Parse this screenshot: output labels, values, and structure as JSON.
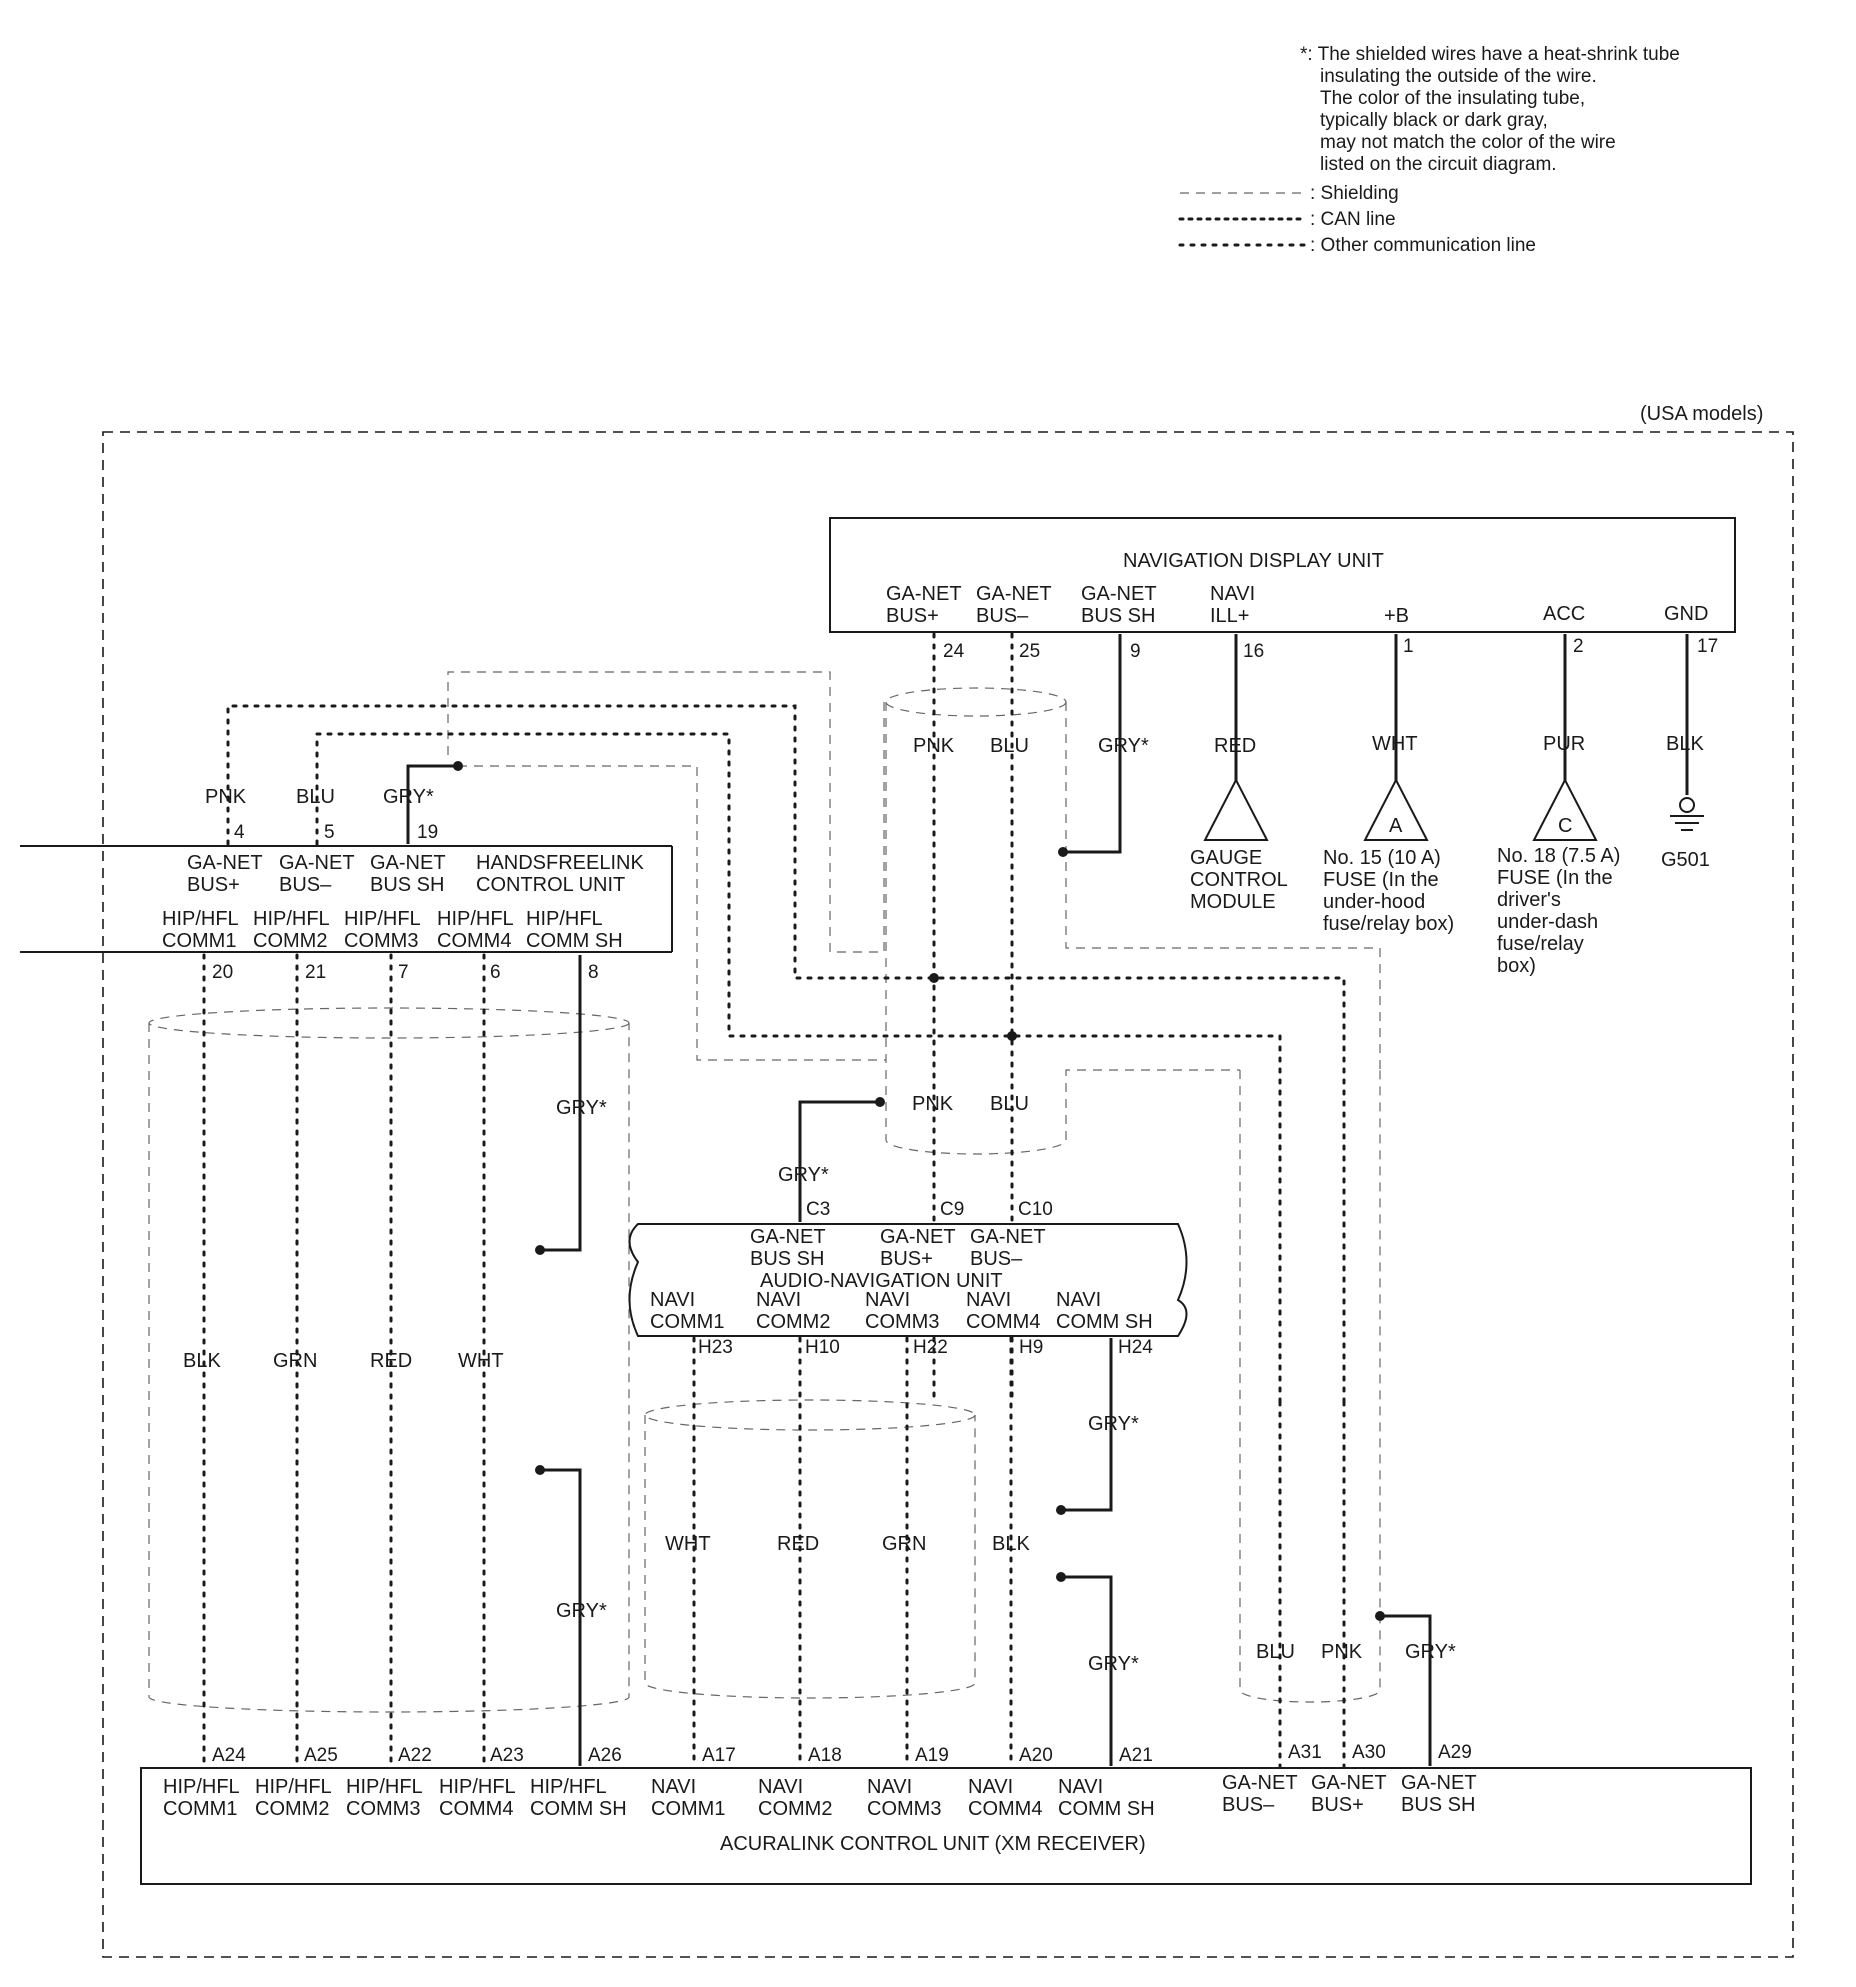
{
  "legend": {
    "note_lines": [
      "*: The shielded wires have a heat-shrink tube",
      "insulating the outside of the wire.",
      "The color of the insulating tube,",
      "typically black or dark gray,",
      "may not match the color of the wire",
      "listed on the circuit diagram."
    ],
    "shielding": ": Shielding",
    "can_line": ": CAN line",
    "other_comm": ": Other communication line"
  },
  "model_scope": "(USA models)",
  "navigation_display_unit": {
    "title": "NAVIGATION DISPLAY UNIT",
    "terminals": [
      {
        "l1": "GA-NET",
        "l2": "BUS+",
        "pin": "24",
        "wire": "PNK"
      },
      {
        "l1": "GA-NET",
        "l2": "BUS–",
        "pin": "25",
        "wire": "BLU"
      },
      {
        "l1": "GA-NET",
        "l2": "BUS SH",
        "pin": "9",
        "wire": "GRY*"
      },
      {
        "l1": "NAVI",
        "l2": "ILL+",
        "pin": "16",
        "wire": "RED"
      },
      {
        "l1": "",
        "l2": "+B",
        "pin": "1",
        "wire": "WHT"
      },
      {
        "l1": "",
        "l2": "ACC",
        "pin": "2",
        "wire": "PUR"
      },
      {
        "l1": "",
        "l2": "GND",
        "pin": "17",
        "wire": "BLK"
      }
    ]
  },
  "gauge_module": [
    "GAUGE",
    "CONTROL",
    "MODULE"
  ],
  "fuse_a": {
    "letter": "A",
    "lines": [
      "No. 15 (10 A)",
      "FUSE (In the",
      "under-hood",
      "fuse/relay box)"
    ]
  },
  "fuse_c": {
    "letter": "C",
    "lines": [
      "No. 18 (7.5 A)",
      "FUSE (In the",
      "driver's",
      "under-dash",
      "fuse/relay",
      "box)"
    ]
  },
  "ground": "G501",
  "handsfreelink_unit": {
    "title_l1": "HANDSFREELINK",
    "title_l2": "CONTROL UNIT",
    "top_terminals": [
      {
        "l1": "GA-NET",
        "l2": "BUS+",
        "pin": "4",
        "wire": "PNK"
      },
      {
        "l1": "GA-NET",
        "l2": "BUS–",
        "pin": "5",
        "wire": "BLU"
      },
      {
        "l1": "GA-NET",
        "l2": "BUS SH",
        "pin": "19",
        "wire": "GRY*"
      }
    ],
    "bottom_terminals": [
      {
        "l1": "HIP/HFL",
        "l2": "COMM1",
        "pin": "20",
        "wire": "BLK"
      },
      {
        "l1": "HIP/HFL",
        "l2": "COMM2",
        "pin": "21",
        "wire": "GRN"
      },
      {
        "l1": "HIP/HFL",
        "l2": "COMM3",
        "pin": "7",
        "wire": "RED"
      },
      {
        "l1": "HIP/HFL",
        "l2": "COMM4",
        "pin": "6",
        "wire": "WHT"
      },
      {
        "l1": "HIP/HFL",
        "l2": "COMM SH",
        "pin": "8",
        "wire": "GRY*"
      }
    ]
  },
  "audio_nav_unit": {
    "title": "AUDIO-NAVIGATION UNIT",
    "top_terminals": [
      {
        "l1": "GA-NET",
        "l2": "BUS SH",
        "pin": "C3",
        "wire": "GRY*"
      },
      {
        "l1": "GA-NET",
        "l2": "BUS+",
        "pin": "C9",
        "wire": "PNK"
      },
      {
        "l1": "GA-NET",
        "l2": "BUS–",
        "pin": "C10",
        "wire": "BLU"
      }
    ],
    "bottom_terminals": [
      {
        "l1": "NAVI",
        "l2": "COMM1",
        "pin": "H23",
        "wire": "WHT"
      },
      {
        "l1": "NAVI",
        "l2": "COMM2",
        "pin": "H10",
        "wire": "RED"
      },
      {
        "l1": "NAVI",
        "l2": "COMM3",
        "pin": "H22",
        "wire": "GRN"
      },
      {
        "l1": "NAVI",
        "l2": "COMM4",
        "pin": "H9",
        "wire": "BLK"
      },
      {
        "l1": "NAVI",
        "l2": "COMM SH",
        "pin": "H24",
        "wire": "GRY*"
      }
    ]
  },
  "gry_labels": {
    "hf_upper": "GRY*",
    "hf_lower": "GRY*",
    "navi_upper": "GRY*",
    "navi_lower": "GRY*"
  },
  "acuralink_unit": {
    "title": "ACURALINK CONTROL UNIT (XM RECEIVER)",
    "terminals": [
      {
        "l1": "HIP/HFL",
        "l2": "COMM1",
        "pin": "A24"
      },
      {
        "l1": "HIP/HFL",
        "l2": "COMM2",
        "pin": "A25"
      },
      {
        "l1": "HIP/HFL",
        "l2": "COMM3",
        "pin": "A22"
      },
      {
        "l1": "HIP/HFL",
        "l2": "COMM4",
        "pin": "A23"
      },
      {
        "l1": "HIP/HFL",
        "l2": "COMM SH",
        "pin": "A26"
      },
      {
        "l1": "NAVI",
        "l2": "COMM1",
        "pin": "A17"
      },
      {
        "l1": "NAVI",
        "l2": "COMM2",
        "pin": "A18"
      },
      {
        "l1": "NAVI",
        "l2": "COMM3",
        "pin": "A19"
      },
      {
        "l1": "NAVI",
        "l2": "COMM4",
        "pin": "A20"
      },
      {
        "l1": "NAVI",
        "l2": "COMM SH",
        "pin": "A21"
      },
      {
        "l1": "GA-NET",
        "l2": "BUS–",
        "pin": "A31",
        "wire": "BLU"
      },
      {
        "l1": "GA-NET",
        "l2": "BUS+",
        "pin": "A30",
        "wire": "PNK"
      },
      {
        "l1": "GA-NET",
        "l2": "BUS SH",
        "pin": "A29",
        "wire": "GRY*"
      }
    ]
  }
}
